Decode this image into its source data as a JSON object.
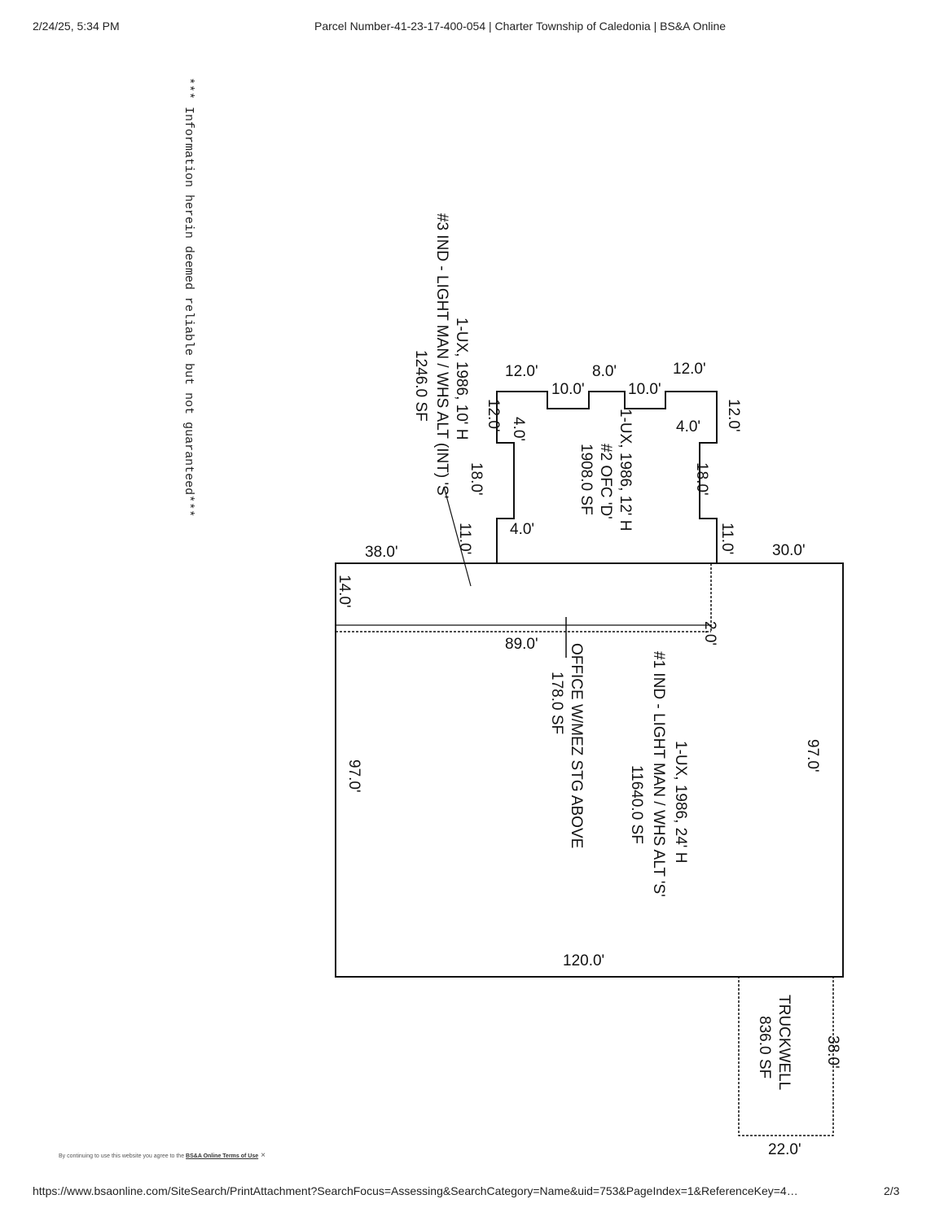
{
  "header": {
    "date": "2/24/25, 5:34 PM",
    "title": "Parcel Number-41-23-17-400-054 | Charter Township of Caledonia | BS&A Online"
  },
  "disclaimer": "*** Information herein deemed reliable but not guaranteed***",
  "sketch": {
    "area1": {
      "line1": "1-UX, 1986, 24' H",
      "line2": "#1 IND - LIGHT MAN / WHS ALT 'S'",
      "line3": "11640.0 SF"
    },
    "area2": {
      "line1": "1-UX, 1986, 12' H",
      "line2": "#2 OFC 'D'",
      "line3": "1908.0 SF"
    },
    "area3": {
      "line1": "1-UX, 1986, 10' H",
      "line2": "#3 IND - LIGHT MAN / WHS ALT (INT) 'S'",
      "line3": "1246.0 SF"
    },
    "office": {
      "line1": "OFFICE W/MEZ STG ABOVE",
      "line2": "178.0 SF"
    },
    "truckwell": {
      "line1": "TRUCKWELL",
      "line2": "836.0 SF"
    },
    "dims": [
      "12.0'",
      "8.0'",
      "12.0'",
      "10.0'",
      "10.0'",
      "12.0'",
      "4.0'",
      "4.0'",
      "12.0'",
      "18.0'",
      "18.0'",
      "4.0'",
      "11.0'",
      "11.0'",
      "38.0'",
      "30.0'",
      "14.0'",
      "2.0'",
      "89.0'",
      "97.0'",
      "97.0'",
      "120.0'",
      "38.0'",
      "22.0'"
    ]
  },
  "cookie": {
    "text": "By continuing to use this website you agree to the ",
    "link": "BS&A Online Terms of Use",
    "close": "×"
  },
  "footer": {
    "url": "https://www.bsaonline.com/SiteSearch/PrintAttachment?SearchFocus=Assessing&SearchCategory=Name&uid=753&PageIndex=1&ReferenceKey=4…",
    "page": "2/3"
  }
}
